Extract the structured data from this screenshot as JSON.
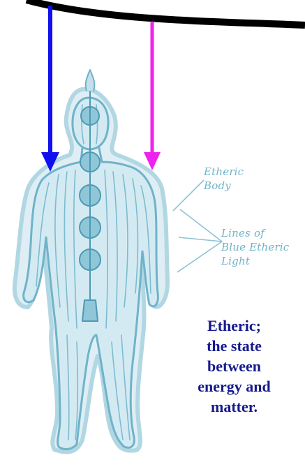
{
  "labels": {
    "etheric_body": [
      "Etheric",
      "Body"
    ],
    "lines_of_light": [
      "Lines of",
      "Blue Etheric",
      "Light"
    ]
  },
  "caption": [
    "Etheric;",
    "the state",
    "between",
    "energy and",
    "matter."
  ],
  "colors": {
    "arrow_left": "#1010ee",
    "arrow_right": "#ee22ee",
    "caption": "#151a8c",
    "figure_line": "#6fb3c9",
    "figure_fill": "#cfe7ef",
    "arc": "#000000"
  }
}
